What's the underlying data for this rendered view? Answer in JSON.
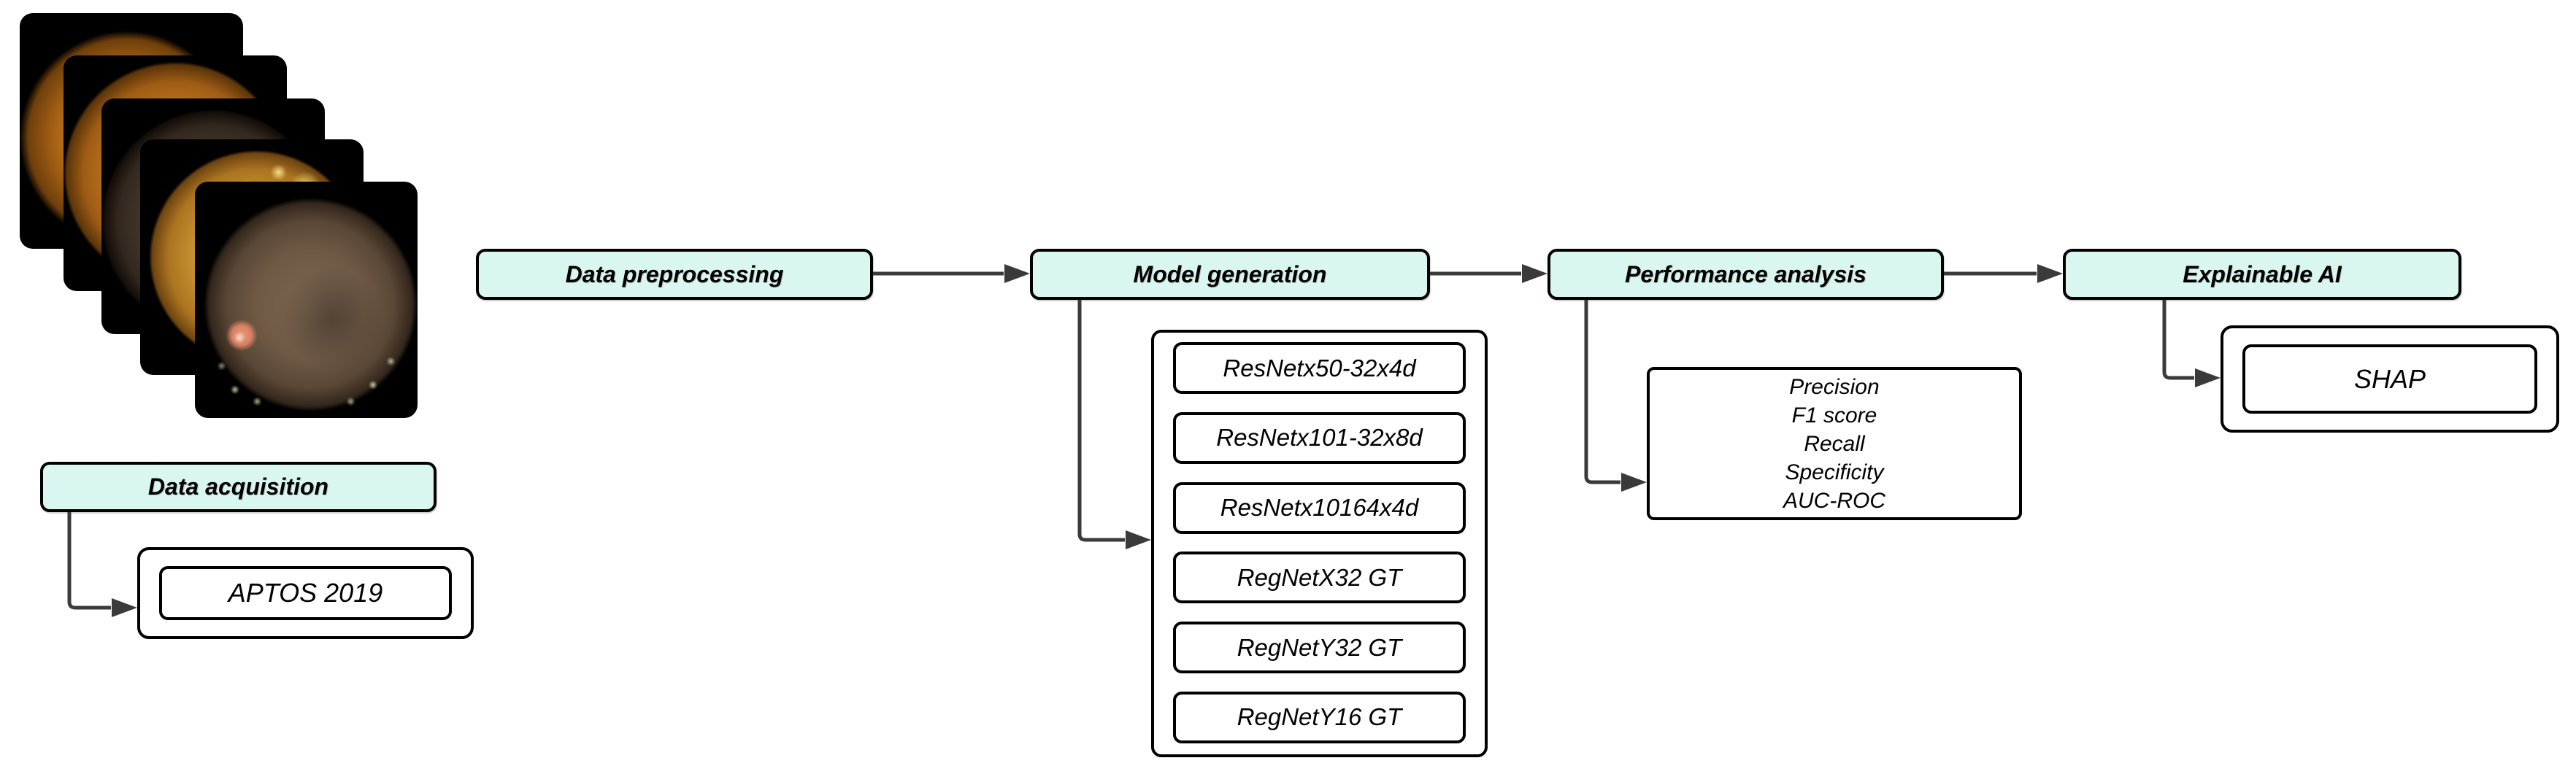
{
  "colors": {
    "background": "#ffffff",
    "stage_fill": "#d9f6f0",
    "box_border": "#000000",
    "connector": "#3a3a3a",
    "text": "#000000"
  },
  "pipeline": {
    "stages": [
      {
        "id": "data-acquisition",
        "label": "Data acquisition"
      },
      {
        "id": "data-preprocessing",
        "label": "Data preprocessing"
      },
      {
        "id": "model-generation",
        "label": "Model generation"
      },
      {
        "id": "performance-analysis",
        "label": "Performance analysis"
      },
      {
        "id": "explainable-ai",
        "label": "Explainable AI"
      }
    ]
  },
  "dataset": {
    "label": "APTOS 2019"
  },
  "models": [
    "ResNetx50-32x4d",
    "ResNetx101-32x8d",
    "ResNetx10164x4d",
    "RegNetX32 GT",
    "RegNetY32 GT",
    "RegNetY16 GT"
  ],
  "metrics": [
    "Precision",
    "F1 score",
    "Recall",
    "Specificity",
    "AUC-ROC"
  ],
  "xai_method": {
    "label": "SHAP"
  },
  "fundus_stack": {
    "count": 5
  }
}
